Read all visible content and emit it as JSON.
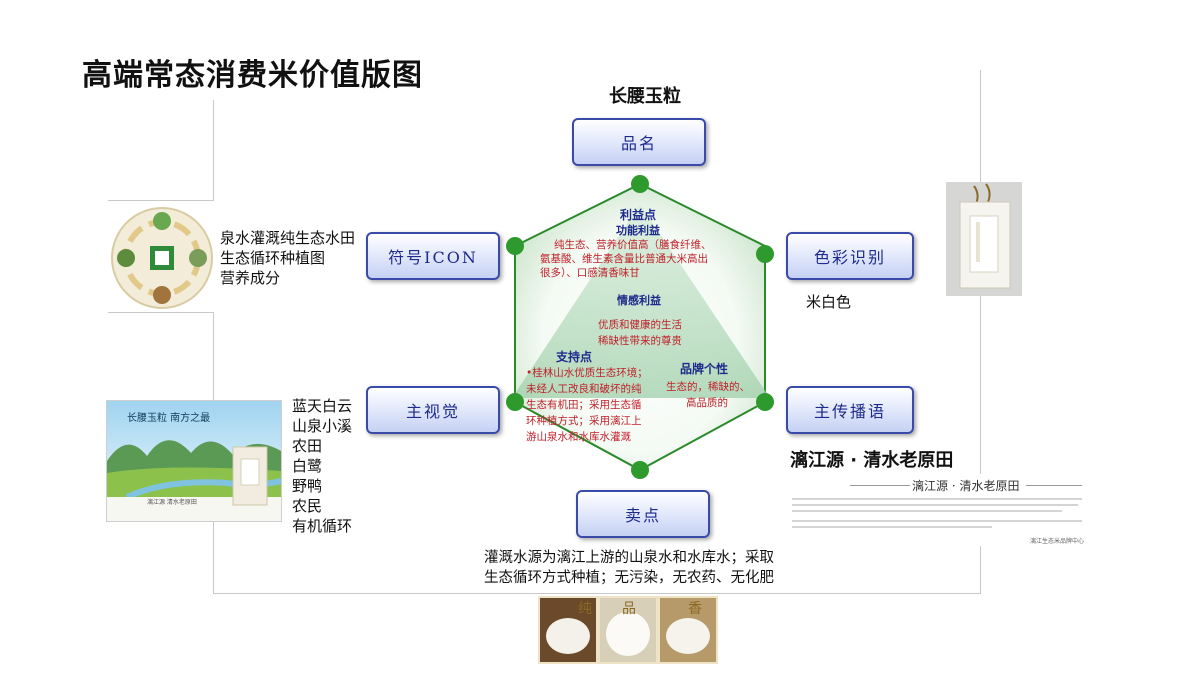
{
  "title": "高端常态消费米价值版图",
  "top_label": "长腰玉粒",
  "nodes": {
    "name": "品名",
    "color_id": "色彩识别",
    "promo": "主传播语",
    "selling_point": "卖点",
    "key_visual": "主视觉",
    "symbol": "符号ICON"
  },
  "symbol_desc": [
    "泉水灌溉纯生态水田",
    "生态循环种植图",
    "营养成分"
  ],
  "color_desc": "米白色",
  "visual_desc": [
    "蓝天白云",
    "山泉小溪",
    "农田",
    "白鹭",
    "野鸭",
    "农民",
    "有机循环"
  ],
  "promo_desc": "漓江源 · 清水老原田",
  "selling_desc": [
    "灌溉水源为漓江上游的山泉水和水库水；采取",
    "生态循环方式种植；无污染，无农药、无化肥"
  ],
  "diagram": {
    "benefit_head": "利益点",
    "function_head": "功能利益",
    "function_text": [
      "纯生态、营养价值高（膳食纤维、",
      "氨基酸、维生素含量比普通大米高出",
      "很多）、口感清香味甘"
    ],
    "emotion_head": "情感利益",
    "emotion_text": [
      "优质和健康的生活",
      "稀缺性带来的尊贵"
    ],
    "support_head": "支持点",
    "support_text": [
      "•桂林山水优质生态环境；",
      "未经人工改良和破坏的纯",
      "生态有机田；采用生态循",
      "环种植方式；采用漓江上",
      "游山泉水和水库水灌溉"
    ],
    "brand_head": "品牌个性",
    "brand_text": [
      "生态的，稀缺的、",
      "高品质的"
    ]
  },
  "poster_left": {
    "heading": "长腰玉粒  南方之最",
    "brand": "漓江源  清水老原田"
  },
  "doc_right": {
    "heading": "漓江源 · 清水老原田",
    "footer": "漓江生态米品牌中心"
  },
  "bottom_poster": {
    "chars": [
      "纯",
      "品",
      "香"
    ]
  },
  "colors": {
    "node_border": "#3a4aa8",
    "node_text": "#1e2a8c",
    "diagram_text": "#c0202a",
    "hex_line": "#2a8a2a",
    "node_dot": "#2e9a2e"
  }
}
